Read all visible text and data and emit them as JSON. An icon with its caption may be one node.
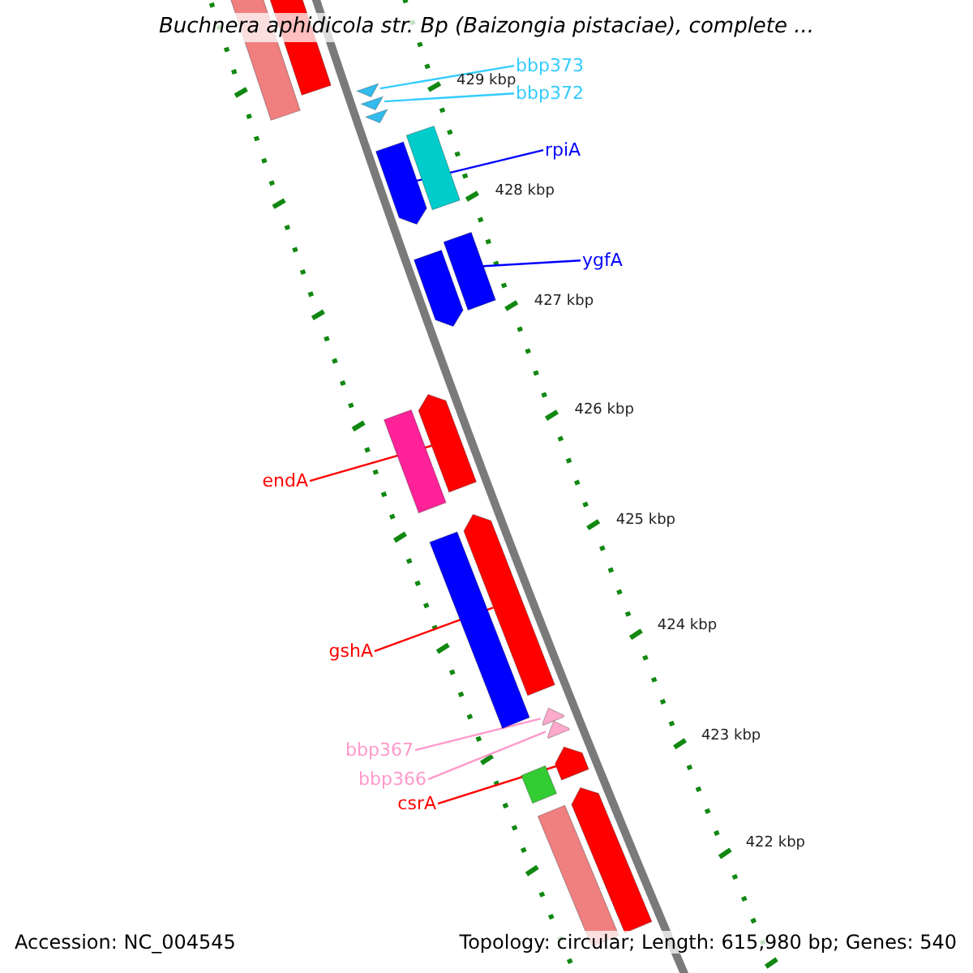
{
  "diagram": {
    "title": "Buchnera aphidicola str. Bp (Baizongia pistaciae), complete ...",
    "nodes": [
      {
        "text": [
          "bbp373"
        ]
      },
      {
        "text": [],
        "shape": "bar"
      },
      {
        "text": [
          "bbp372"
        ]
      },
      {
        "text": [],
        "shape": "bar"
      },
      {
        "text": [
          "rpiA"
        ]
      },
      {
        "text": [],
        "shape": "bar"
      },
      {
        "text": [
          "ygfA"
        ]
      },
      {
        "text": [],
        "shape": "bar"
      },
      {
        "text": [
          "endA"
        ]
      },
      {
        "text": [],
        "shape": "bar"
      },
      {
        "text": [
          "gshA"
        ]
      },
      {
        "text": [],
        "shape": "bar"
      },
      {
        "text": [
          "bbp367"
        ]
      },
      {
        "text": [],
        "shape": "bar"
      },
      {
        "text": [
          "bbp366"
        ]
      },
      {
        "text": [],
        "shape": "bar"
      },
      {
        "text": [
          "csrA"
        ]
      },
      {
        "text": [],
        "shape": "bar"
      },
      {
        "text": [],
        "shape": "bar"
      },
      {
        "text": [],
        "shape": "bar"
      },
      {
        "text": [],
        "shape": "bar"
      },
      {
        "text": [],
        "shape": "bar"
      },
      {
        "text": [],
        "shape": "bar"
      },
      {
        "text": [],
        "shape": "bar"
      },
      {
        "text": [],
        "shape": "bar"
      },
      {
        "text": [],
        "shape": "bar"
      },
      {
        "text": [],
        "shape": "bar"
      },
      {
        "text": [],
        "shape": "bar"
      }
    ],
    "edges": [
      {
        "from": 0,
        "to": 1,
        "arrow": "none",
        "color": "#33ccff"
      },
      {
        "from": 2,
        "to": 3,
        "arrow": "none",
        "color": "#33ccff"
      },
      {
        "from": 4,
        "to": 5,
        "arrow": "none",
        "color": "#0000ff"
      },
      {
        "from": 6,
        "to": 7,
        "arrow": "none",
        "color": "#0000ff"
      },
      {
        "from": 8,
        "to": 9,
        "arrow": "none"
      },
      {
        "from": 10,
        "to": 11,
        "arrow": "none"
      },
      {
        "from": 12,
        "to": 13,
        "arrow": "none",
        "color": "#ff99cc"
      },
      {
        "from": 14,
        "to": 15,
        "arrow": "none",
        "color": "#ff99cc"
      },
      {
        "from": 16,
        "to": 17,
        "arrow": "none"
      }
    ],
    "labels": [
      "429 kbp",
      "428 kbp",
      "427 kbp",
      "426 kbp",
      "425 kbp",
      "424 kbp",
      "423 kbp",
      "422 kbp",
      "Accession: NC_004545",
      "Topology: circular; Length: 615,980 bp; Genes: 540"
    ]
  }
}
